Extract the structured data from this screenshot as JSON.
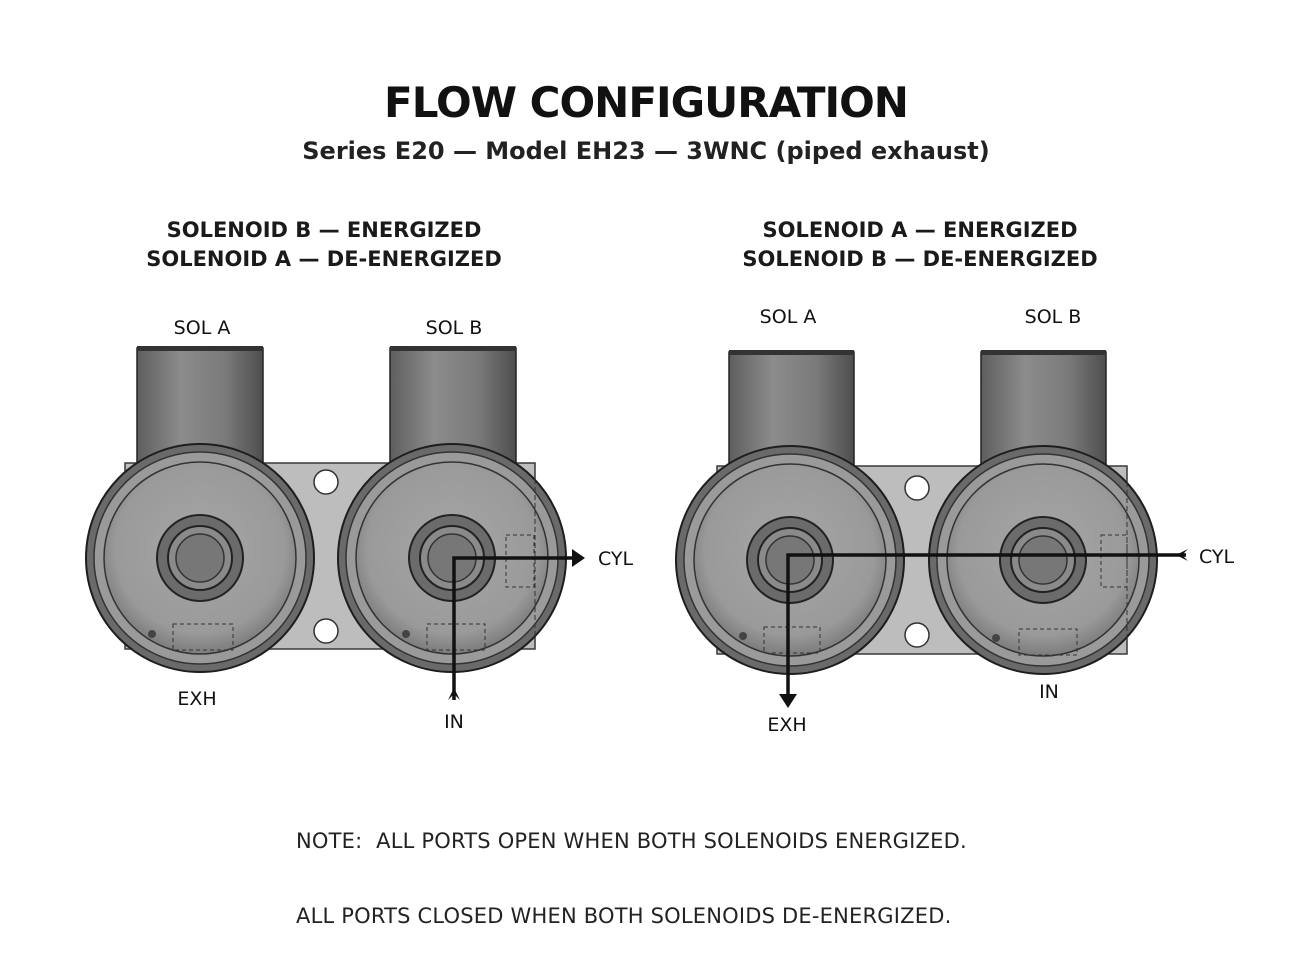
{
  "header": {
    "title": "FLOW CONFIGURATION",
    "subtitle": "Series E20 — Model EH23 — 3WNC (piped exhaust)"
  },
  "left_panel": {
    "heading_line1": "SOLENOID B — ENERGIZED",
    "heading_line2": "SOLENOID A — DE-ENERGIZED",
    "sol_a_label": "SOL A",
    "sol_b_label": "SOL B",
    "exh_label": "EXH",
    "in_label": "IN",
    "cyl_label": "CYL"
  },
  "right_panel": {
    "heading_line1": "SOLENOID A — ENERGIZED",
    "heading_line2": "SOLENOID B — DE-ENERGIZED",
    "sol_a_label": "SOL A",
    "sol_b_label": "SOL B",
    "exh_label": "EXH",
    "in_label": "IN",
    "cyl_label": "CYL"
  },
  "note": {
    "line1": "NOTE:  ALL PORTS OPEN WHEN BOTH SOLENOIDS ENERGIZED.",
    "line2": "ALL PORTS CLOSED WHEN BOTH SOLENOIDS DE-ENERGIZED."
  },
  "colors": {
    "body_gray": "#8a8a8a",
    "plate_gray": "#bdbdbd",
    "flow_line": "#111111"
  }
}
